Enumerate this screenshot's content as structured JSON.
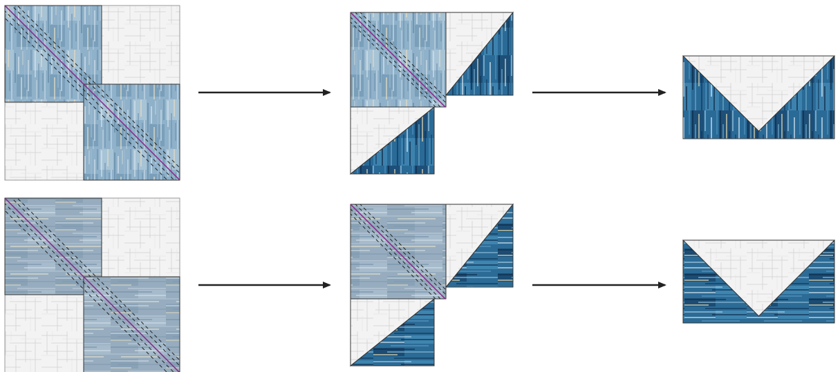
{
  "diagram": {
    "rows": [
      {
        "name": "row-1",
        "variant": "light-blue",
        "steps": [
          "layered-squares",
          "trimmed-units",
          "flying-geese-unit"
        ]
      },
      {
        "name": "row-2",
        "variant": "grey-blue",
        "steps": [
          "layered-squares",
          "trimmed-units",
          "flying-geese-unit"
        ]
      }
    ],
    "arrows": [
      "right-arrow",
      "right-arrow"
    ]
  },
  "colors": {
    "background_fabric": "#f2f2f2",
    "background_crosshatch": "#c8c8c8",
    "light_blue_fabric": "#8fb3cc",
    "light_blue_streak": "#d8e4ee",
    "dark_blue_fabric": "#1f5c8a",
    "dark_blue_streak": "#0b2a4a",
    "cream_streak": "#e8dfc0",
    "grey_blue_fabric": "#92a9bd",
    "sewing_line": "#8b2a8b",
    "stitch_line": "#222222",
    "arrow": "#222222",
    "outline": "#333333"
  }
}
